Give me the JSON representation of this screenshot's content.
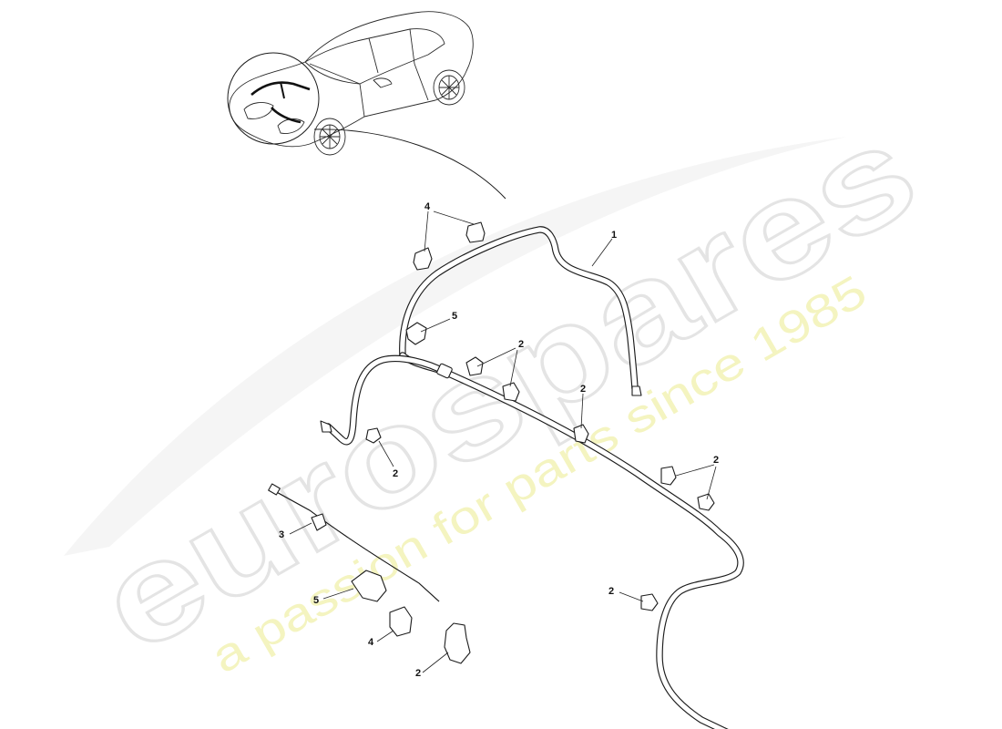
{
  "watermark": {
    "brand": "eurospares",
    "tagline": "a passion for parts since 1985"
  },
  "callouts": [
    {
      "id": "c1",
      "label": "1"
    },
    {
      "id": "c2a",
      "label": "2"
    },
    {
      "id": "c2b",
      "label": "2"
    },
    {
      "id": "c2c",
      "label": "2"
    },
    {
      "id": "c2d",
      "label": "2"
    },
    {
      "id": "c2e",
      "label": "2"
    },
    {
      "id": "c2f",
      "label": "2"
    },
    {
      "id": "c3",
      "label": "3"
    },
    {
      "id": "c4a",
      "label": "4"
    },
    {
      "id": "c4b",
      "label": "4"
    },
    {
      "id": "c5a",
      "label": "5"
    },
    {
      "id": "c5b",
      "label": "5"
    }
  ],
  "colors": {
    "line": "#1c1c1c",
    "watermark_outline": "#e4e4e4",
    "watermark_tagline": "#f4f4c0",
    "background": "#ffffff"
  }
}
